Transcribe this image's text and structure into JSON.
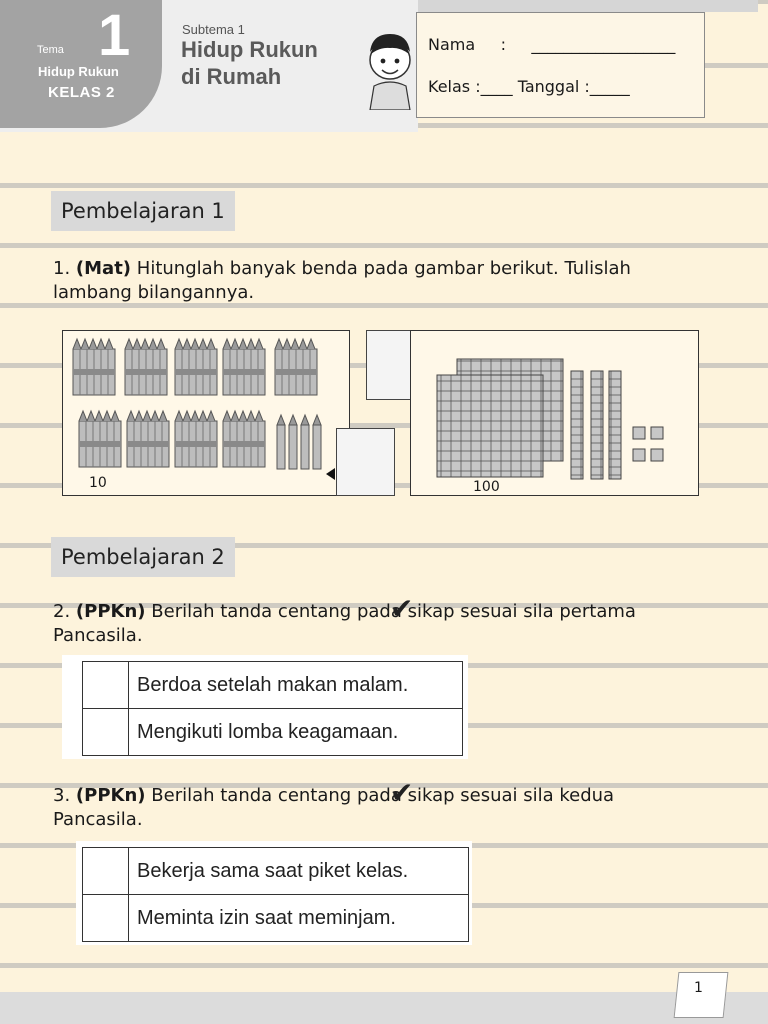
{
  "header": {
    "tema_label": "Tema",
    "tema_number": "1",
    "tema_name": "Hidup Rukun",
    "kelas": "KELAS 2",
    "subtema_label": "Subtema 1",
    "subtema_title_line1": "Hidup Rukun",
    "subtema_title_line2": "di Rumah"
  },
  "info": {
    "nama": "Nama     :     __________________",
    "kelas_tanggal": "Kelas :____ Tanggal :_____"
  },
  "sections": [
    {
      "heading": "Pembelajaran 1",
      "question": {
        "number": "1.",
        "subject": "(Mat)",
        "text": "Hitunglah banyak benda pada gambar berikut. Tulislah lambang bilangannya."
      },
      "figures": {
        "pencil_label": "10",
        "block_label": "100"
      }
    },
    {
      "heading": "Pembelajaran 2",
      "questions": [
        {
          "number": "2.",
          "subject": "(PPKn)",
          "text": "Berilah tanda centang pada sikap sesuai sila pertama Pancasila.",
          "rows": [
            "Berdoa setelah makan malam.",
            "Mengikuti lomba keagamaan."
          ]
        },
        {
          "number": "3.",
          "subject": "(PPKn)",
          "text": "Berilah tanda centang pada sikap sesuai sila kedua Pancasila.",
          "rows": [
            "Bekerja sama saat piket kelas.",
            "Meminta izin saat meminjam."
          ]
        }
      ]
    }
  ],
  "footer": {
    "page": "1"
  }
}
